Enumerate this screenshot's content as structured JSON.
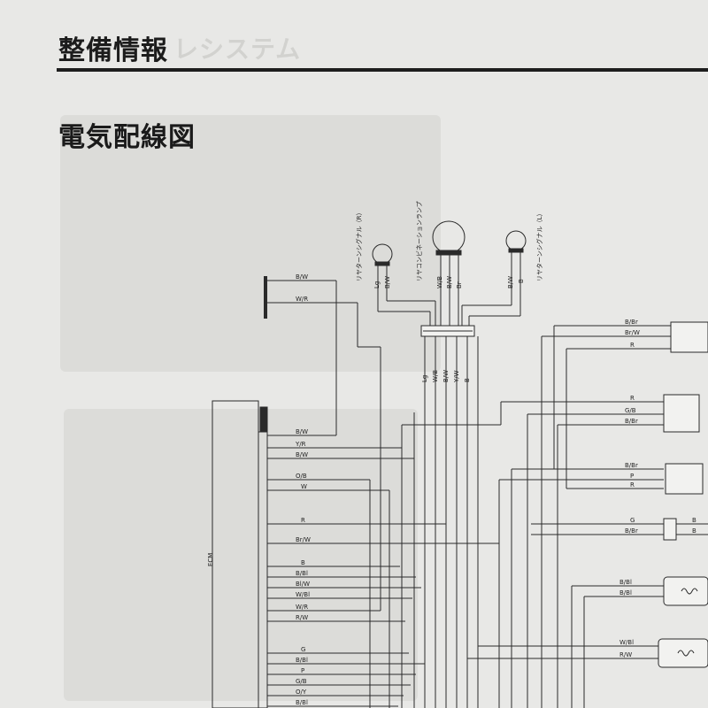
{
  "header": {
    "title": "整備情報",
    "ghost_text": "レシステム"
  },
  "section": {
    "title": "電気配線図"
  },
  "diagram": {
    "ecm_label": "ECM",
    "top_components": {
      "left_signal": "リヤターンシグナル（R）",
      "center_lamp": "リヤコンビネーションランプ",
      "right_signal": "リヤターンシグナル（L）"
    },
    "top_pin_labels": [
      "Lg",
      "B/W",
      "W/B",
      "B/W",
      "Br",
      "B/W",
      "B"
    ],
    "connector_labels": [
      "Lg",
      "W/B",
      "B/W",
      "Y/W",
      "B"
    ],
    "upper_left_wires": [
      "B/W",
      "W/R"
    ],
    "ecm_wires": [
      "B/W",
      "Y/R",
      "B/W",
      "O/B",
      "W",
      "R",
      "Br/W",
      "B",
      "B/Bl",
      "Bl/W",
      "W/Bl",
      "W/R",
      "R/W",
      "G",
      "B/Bl",
      "P",
      "G/B",
      "O/Y",
      "B/Bl"
    ],
    "right_wires": [
      "B/Br",
      "Br/W",
      "R",
      "R",
      "G/B",
      "B/Br",
      "B/Br",
      "P",
      "R",
      "G",
      "B/Br",
      "B",
      "B",
      "B/Bl",
      "B/Bl",
      "W/Bl",
      "R/W"
    ]
  }
}
